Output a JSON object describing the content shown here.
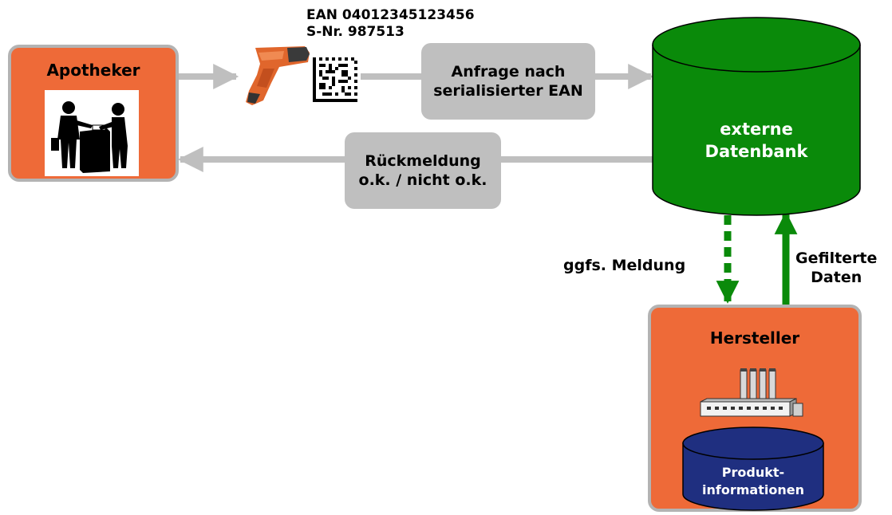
{
  "nodes": {
    "pharmacist": {
      "title": "Apotheker"
    },
    "database": {
      "line1": "externe",
      "line2": "Datenbank"
    },
    "manufacturer": {
      "title": "Hersteller",
      "db_line1": "Produkt-",
      "db_line2": "informationen"
    }
  },
  "barcode": {
    "ean": "EAN 04012345123456",
    "serial": "S-Nr. 987513"
  },
  "edges": {
    "request": {
      "line1": "Anfrage nach",
      "line2": "serialisierter EAN"
    },
    "response": {
      "line1": "Rückmeldung",
      "line2": "o.k. / nicht o.k."
    },
    "report": {
      "label": "ggfs. Meldung"
    },
    "filtered": {
      "line1": "Gefilterte",
      "line2": "Daten"
    }
  },
  "colors": {
    "node_fill": "#ee6a38",
    "db_green": "#0a8a0a",
    "db_navy": "#1f2f80",
    "connector_gray": "#bfbfbf"
  }
}
